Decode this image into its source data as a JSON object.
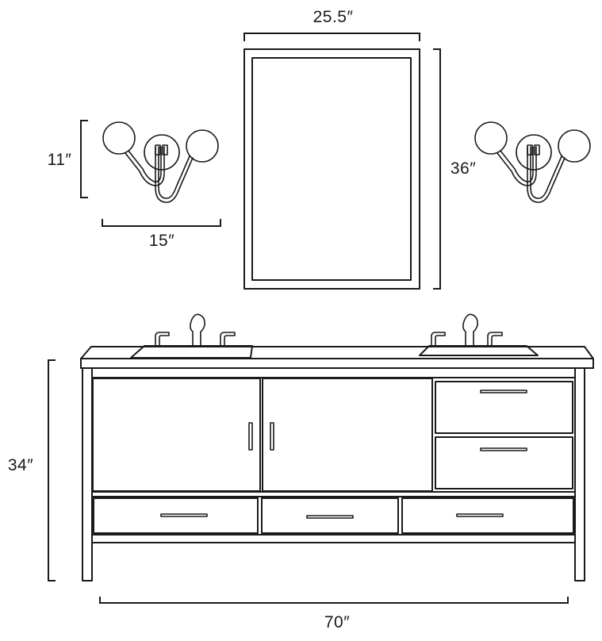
{
  "dimensions": {
    "mirror_width": "25.5″",
    "mirror_height": "36″",
    "sconce_height": "11″",
    "sconce_width": "15″",
    "vanity_height": "34″",
    "vanity_width": "70″"
  },
  "colors": {
    "line": "#1a1a1a",
    "background": "#ffffff"
  }
}
